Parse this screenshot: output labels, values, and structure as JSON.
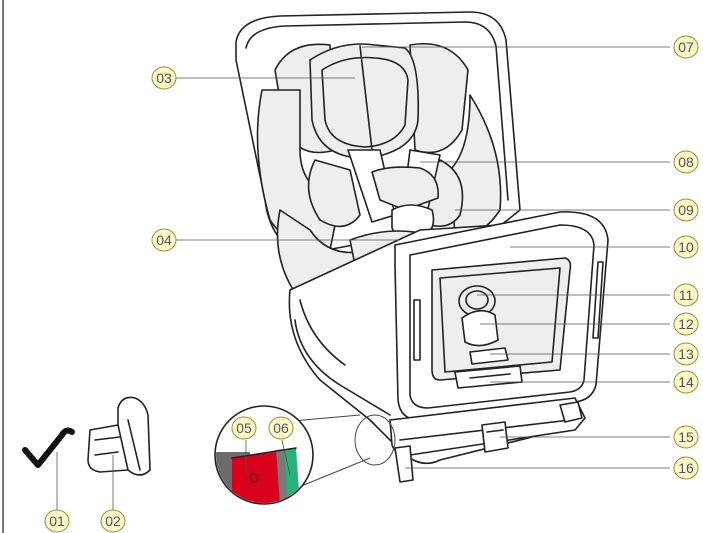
{
  "colors": {
    "callout_fill": "#fdf8c9",
    "callout_stroke": "#9a8f35",
    "indicator_red": "#d9001b",
    "indicator_green": "#26b37a",
    "indicator_grey": "#6b6b6b"
  },
  "callouts": [
    {
      "id": "01",
      "label": "01"
    },
    {
      "id": "02",
      "label": "02"
    },
    {
      "id": "03",
      "label": "03"
    },
    {
      "id": "04",
      "label": "04"
    },
    {
      "id": "05",
      "label": "05"
    },
    {
      "id": "06",
      "label": "06"
    },
    {
      "id": "07",
      "label": "07"
    },
    {
      "id": "08",
      "label": "08"
    },
    {
      "id": "09",
      "label": "09"
    },
    {
      "id": "10",
      "label": "10"
    },
    {
      "id": "11",
      "label": "11"
    },
    {
      "id": "12",
      "label": "12"
    },
    {
      "id": "13",
      "label": "13"
    },
    {
      "id": "14",
      "label": "14"
    },
    {
      "id": "15",
      "label": "15"
    },
    {
      "id": "16",
      "label": "16"
    }
  ]
}
